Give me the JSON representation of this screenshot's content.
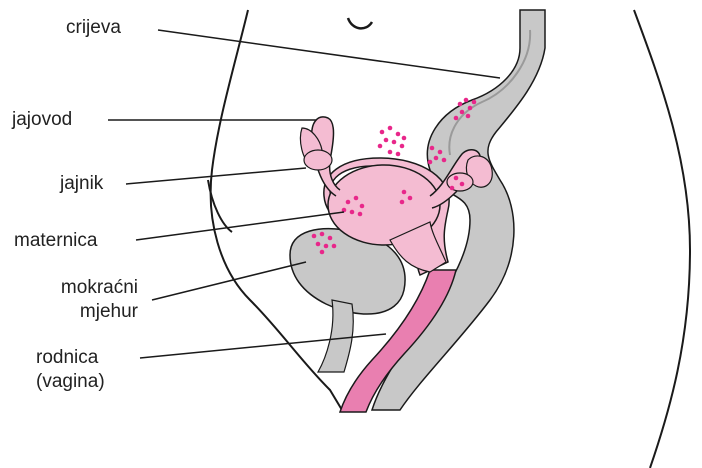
{
  "labels": {
    "crijeva": "crijeva",
    "jajovod": "jajovod",
    "jajnik": "jajnik",
    "maternica": "maternica",
    "mokracni_1": "mokraćni",
    "mokracni_2": "mjehur",
    "rodnica_1": "rodnica",
    "rodnica_2": "(vagina)"
  },
  "colors": {
    "outline": "#1a1a1a",
    "gray_organ": "#c8c8c8",
    "gray_dark": "#a9a9a9",
    "uterus_pink": "#f4bcd2",
    "vagina_pink": "#e97fb0",
    "dots": "#e8278a"
  }
}
